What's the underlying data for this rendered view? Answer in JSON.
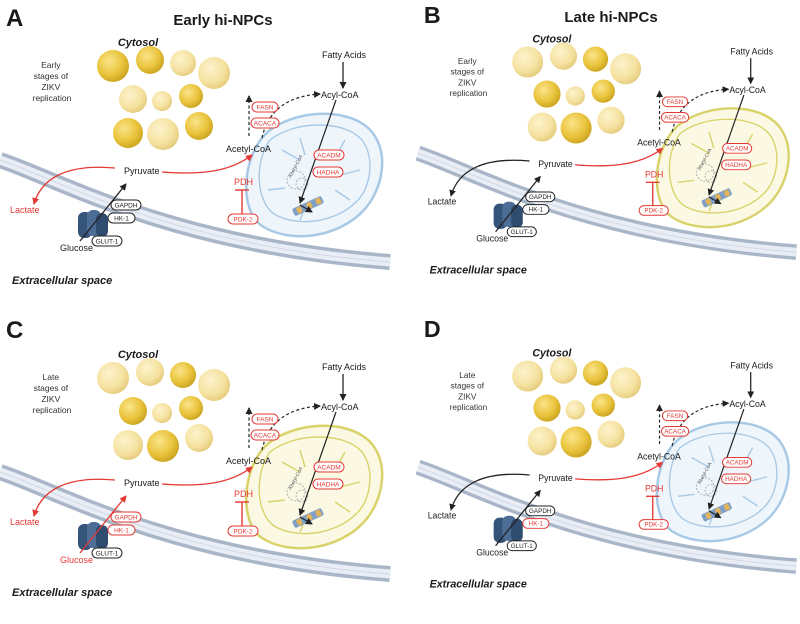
{
  "colors": {
    "red": "#e53935",
    "black": "#222222",
    "membrane_outer": "#a9b6c8",
    "membrane_inner": "#e9eef6",
    "lipid_dark": "#e8c33a",
    "lipid_light": "#f6e3a0",
    "mito_blue": "#a8c9e6",
    "mito_yellow": "#d9d26a"
  },
  "titles": {
    "early": "Early hi-NPCs",
    "late": "Late hi-NPCs"
  },
  "panels": [
    {
      "letter": "A",
      "stage": [
        "Early",
        "stages of",
        "ZIKV",
        "replication"
      ],
      "mito": "blue",
      "cytosol": "Cytosol",
      "extracellular": "Extracellular space",
      "pyruvate": "Pyruvate",
      "lactate": "Lactate",
      "glucose": "Glucose",
      "acetyl": "Acetyl-CoA",
      "acyl": "Acyl-CoA",
      "fatty": "Fatty Acids",
      "pdh": "PDH",
      "pdk": "PDK-2",
      "fasn": "FASN",
      "acaca": "ACACA",
      "acadm": "ACADM",
      "hadha": "HADHA",
      "gapdh": "GAPDH",
      "hk": "HK-1",
      "glut": "GLUT-1",
      "mito_acetyl": "Acetyl-CoA",
      "red": {
        "lactate": true,
        "glucose": false,
        "gapdh": false,
        "hk": false
      }
    },
    {
      "letter": "B",
      "stage": [
        "Early",
        "stages of",
        "ZIKV",
        "replication"
      ],
      "mito": "yellow",
      "cytosol": "Cytosol",
      "extracellular": "Extracellular space",
      "pyruvate": "Pyruvate",
      "lactate": "Lactate",
      "glucose": "Glucose",
      "acetyl": "Acetyl-CoA",
      "acyl": "Acyl-CoA",
      "fatty": "Fatty Acids",
      "pdh": "PDH",
      "pdk": "PDK-2",
      "fasn": "FASN",
      "acaca": "ACACA",
      "acadm": "ACADM",
      "hadha": "HADHA",
      "gapdh": "GAPDH",
      "hk": "HK-1",
      "glut": "GLUT-1",
      "mito_acetyl": "Acetyl-CoA",
      "red": {
        "lactate": false,
        "glucose": false,
        "gapdh": false,
        "hk": false
      }
    },
    {
      "letter": "C",
      "stage": [
        "Late",
        "stages of",
        "ZIKV",
        "replication"
      ],
      "mito": "yellow",
      "cytosol": "Cytosol",
      "extracellular": "Extracellular space",
      "pyruvate": "Pyruvate",
      "lactate": "Lactate",
      "glucose": "Glucose",
      "acetyl": "Acetyl-CoA",
      "acyl": "Acyl-CoA",
      "fatty": "Fatty Acids",
      "pdh": "PDH",
      "pdk": "PDK-2",
      "fasn": "FASN",
      "acaca": "ACACA",
      "acadm": "ACADM",
      "hadha": "HADHA",
      "gapdh": "GAPDH",
      "hk": "HK-1",
      "glut": "GLUT-1",
      "mito_acetyl": "Acetyl-CoA",
      "red": {
        "lactate": true,
        "glucose": true,
        "gapdh": true,
        "hk": true
      }
    },
    {
      "letter": "D",
      "stage": [
        "Late",
        "stages of",
        "ZIKV",
        "replication"
      ],
      "mito": "blue",
      "cytosol": "Cytosol",
      "extracellular": "Extracellular space",
      "pyruvate": "Pyruvate",
      "lactate": "Lactate",
      "glucose": "Glucose",
      "acetyl": "Acetyl-CoA",
      "acyl": "Acyl-CoA",
      "fatty": "Fatty Acids",
      "pdh": "PDH",
      "pdk": "PDK-2",
      "fasn": "FASN",
      "acaca": "ACACA",
      "acadm": "ACADM",
      "hadha": "HADHA",
      "gapdh": "GAPDH",
      "hk": "HK-1",
      "glut": "GLUT-1",
      "mito_acetyl": "Acetyl-CoA",
      "red": {
        "lactate": false,
        "glucose": false,
        "gapdh": false,
        "hk": true
      }
    }
  ]
}
